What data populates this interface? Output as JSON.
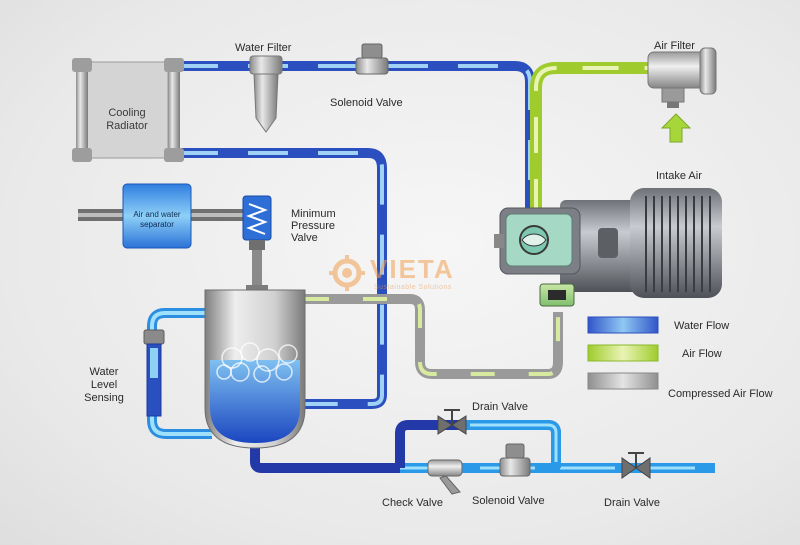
{
  "labels": {
    "water_filter": "Water Filter",
    "solenoid_valve_top": "Solenoid Valve",
    "air_filter": "Air Filter",
    "cooling_radiator": "Cooling\nRadiator",
    "intake_air": "Intake Air",
    "separator": "Air and water\nseparator",
    "min_pressure_valve": "Minimum\nPressure\nValve",
    "water_level_sensing": "Water\nLevel\nSensing",
    "drain_valve_top": "Drain Valve",
    "check_valve": "Check Valve",
    "solenoid_valve_bottom": "Solenoid Valve",
    "drain_valve_right": "Drain Valve"
  },
  "legend": {
    "water_flow": "Water Flow",
    "air_flow": "Air Flow",
    "compressed_air_flow": "Compressed Air Flow"
  },
  "watermark": {
    "brand": "VIETA",
    "tagline": "Sustainable Solutions"
  },
  "colors": {
    "water": "#3a6fd0",
    "water_light": "#9fd2f5",
    "air": "#a8d43a",
    "compressed_air": "#9a9a9a",
    "watermark": "#f0a050"
  },
  "icons": {
    "intake_arrow": "arrow-up-icon",
    "valve": "valve-icon",
    "gear": "gear-icon"
  }
}
